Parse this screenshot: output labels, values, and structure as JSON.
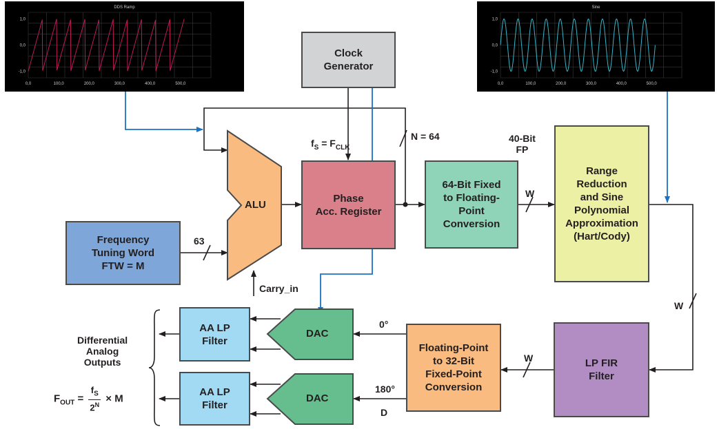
{
  "scope_left": {
    "title": "DDS Ramp",
    "y_ticks": [
      "1,0",
      "0,0",
      "-1,0"
    ],
    "x_ticks": [
      "0,0",
      "100,0",
      "200,0",
      "300,0",
      "400,0",
      "500,0"
    ],
    "trace_color": "#c2185b"
  },
  "scope_right": {
    "title": "Sine",
    "y_ticks": [
      "1,0",
      "0,0",
      "-1,0"
    ],
    "x_ticks": [
      "0,0",
      "100,0",
      "200,0",
      "300,0",
      "400,0",
      "500,0"
    ],
    "trace_color": "#35b7c9"
  },
  "blocks": {
    "clock": "Clock\nGenerator",
    "alu": "ALU",
    "phase": "Phase\nAcc. Register",
    "fixed_to_float": "64-Bit Fixed\nto Floating-\nPoint\nConversion",
    "range": "Range\nReduction\nand Sine\nPolynomial\nApproximation\n(Hart/Cody)",
    "ftw": "Frequency\nTuning Word\nFTW = M",
    "lpfir": "LP FIR\nFilter",
    "float_to_fixed": "Floating-Point\nto 32-Bit\nFixed-Point\nConversion",
    "dac_top": "DAC",
    "dac_bottom": "DAC",
    "aa_top": "AA LP\nFilter",
    "aa_bottom": "AA LP\nFilter"
  },
  "labels": {
    "fs_main": "f",
    "fs_sub": "S",
    "fs_eq": " = F",
    "fclk_sub": "CLK",
    "n64": "N = 64",
    "fp40": "40-Bit\nFP",
    "w1": "W",
    "w2": "W",
    "w3": "W",
    "b63": "63",
    "carry": "Carry_in",
    "deg0": "0°",
    "deg180": "180°",
    "d": "D",
    "diff": "Differential\nAnalog\nOutputs",
    "fout_main": "F",
    "fout_sub": "OUT",
    "fout_eq": " = ",
    "fs_num": "f",
    "fs_num_sub": "S",
    "den": "2",
    "den_sup": "N",
    "times_m": "× M"
  },
  "colors": {
    "clock": "#d1d3d4",
    "alu": "#f9bb7f",
    "phase": "#d9808a",
    "fixed_to_float": "#8fd3b9",
    "range": "#ebf0a5",
    "ftw": "#7fa6d8",
    "lpfir": "#b18dc4",
    "float_to_fixed": "#f9bb7f",
    "dac": "#66bd8e",
    "aa": "#a2daf4",
    "line": "#231f20",
    "blue_line": "#1a73c5"
  }
}
